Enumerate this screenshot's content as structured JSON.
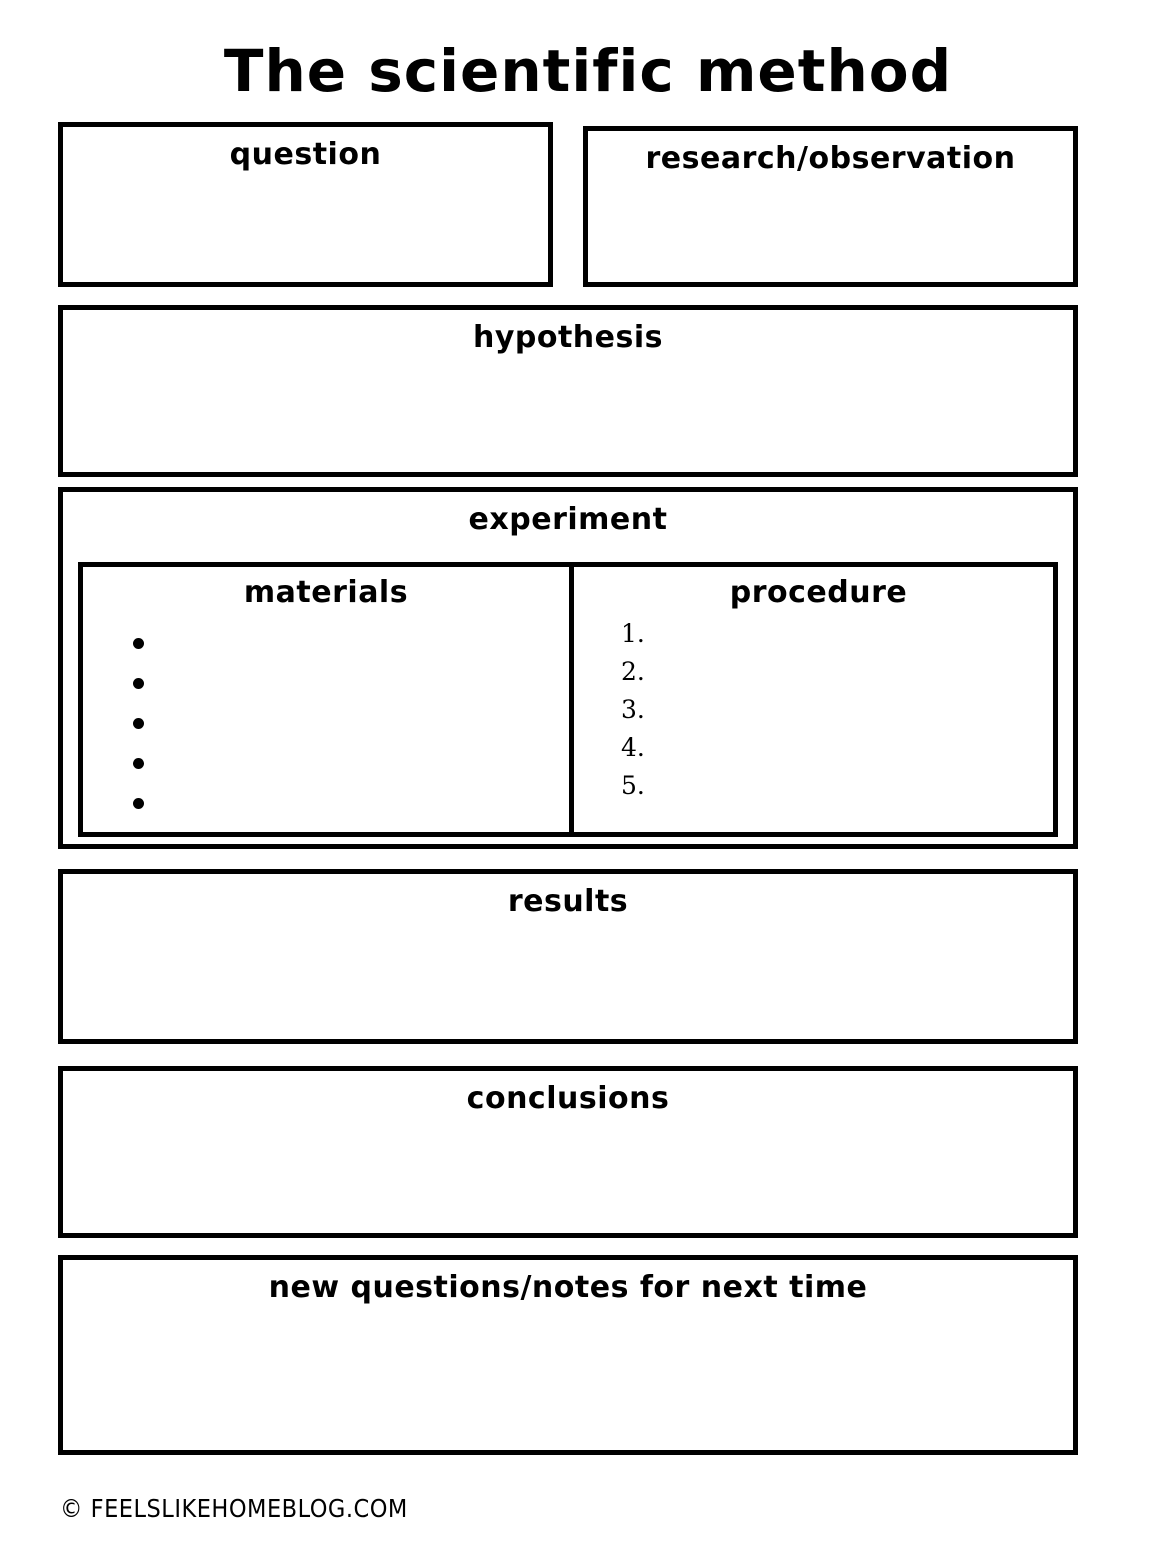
{
  "page": {
    "title": "The scientific method",
    "footer": "© FEELSLIKEHOMEBLOG.COM"
  },
  "sections": {
    "question": {
      "heading": "question"
    },
    "research": {
      "heading": "research/observation"
    },
    "hypothesis": {
      "heading": "hypothesis"
    },
    "experiment": {
      "heading": "experiment",
      "materials": {
        "heading": "materials",
        "bullets": [
          "",
          "",
          "",
          "",
          ""
        ]
      },
      "procedure": {
        "heading": "procedure",
        "items": [
          "1.",
          "2.",
          "3.",
          "4.",
          "5."
        ]
      }
    },
    "results": {
      "heading": "results"
    },
    "conclusions": {
      "heading": "conclusions"
    },
    "new_questions": {
      "heading": "new questions/notes for next time"
    }
  },
  "style": {
    "ink": "#000000",
    "paper": "#ffffff"
  }
}
